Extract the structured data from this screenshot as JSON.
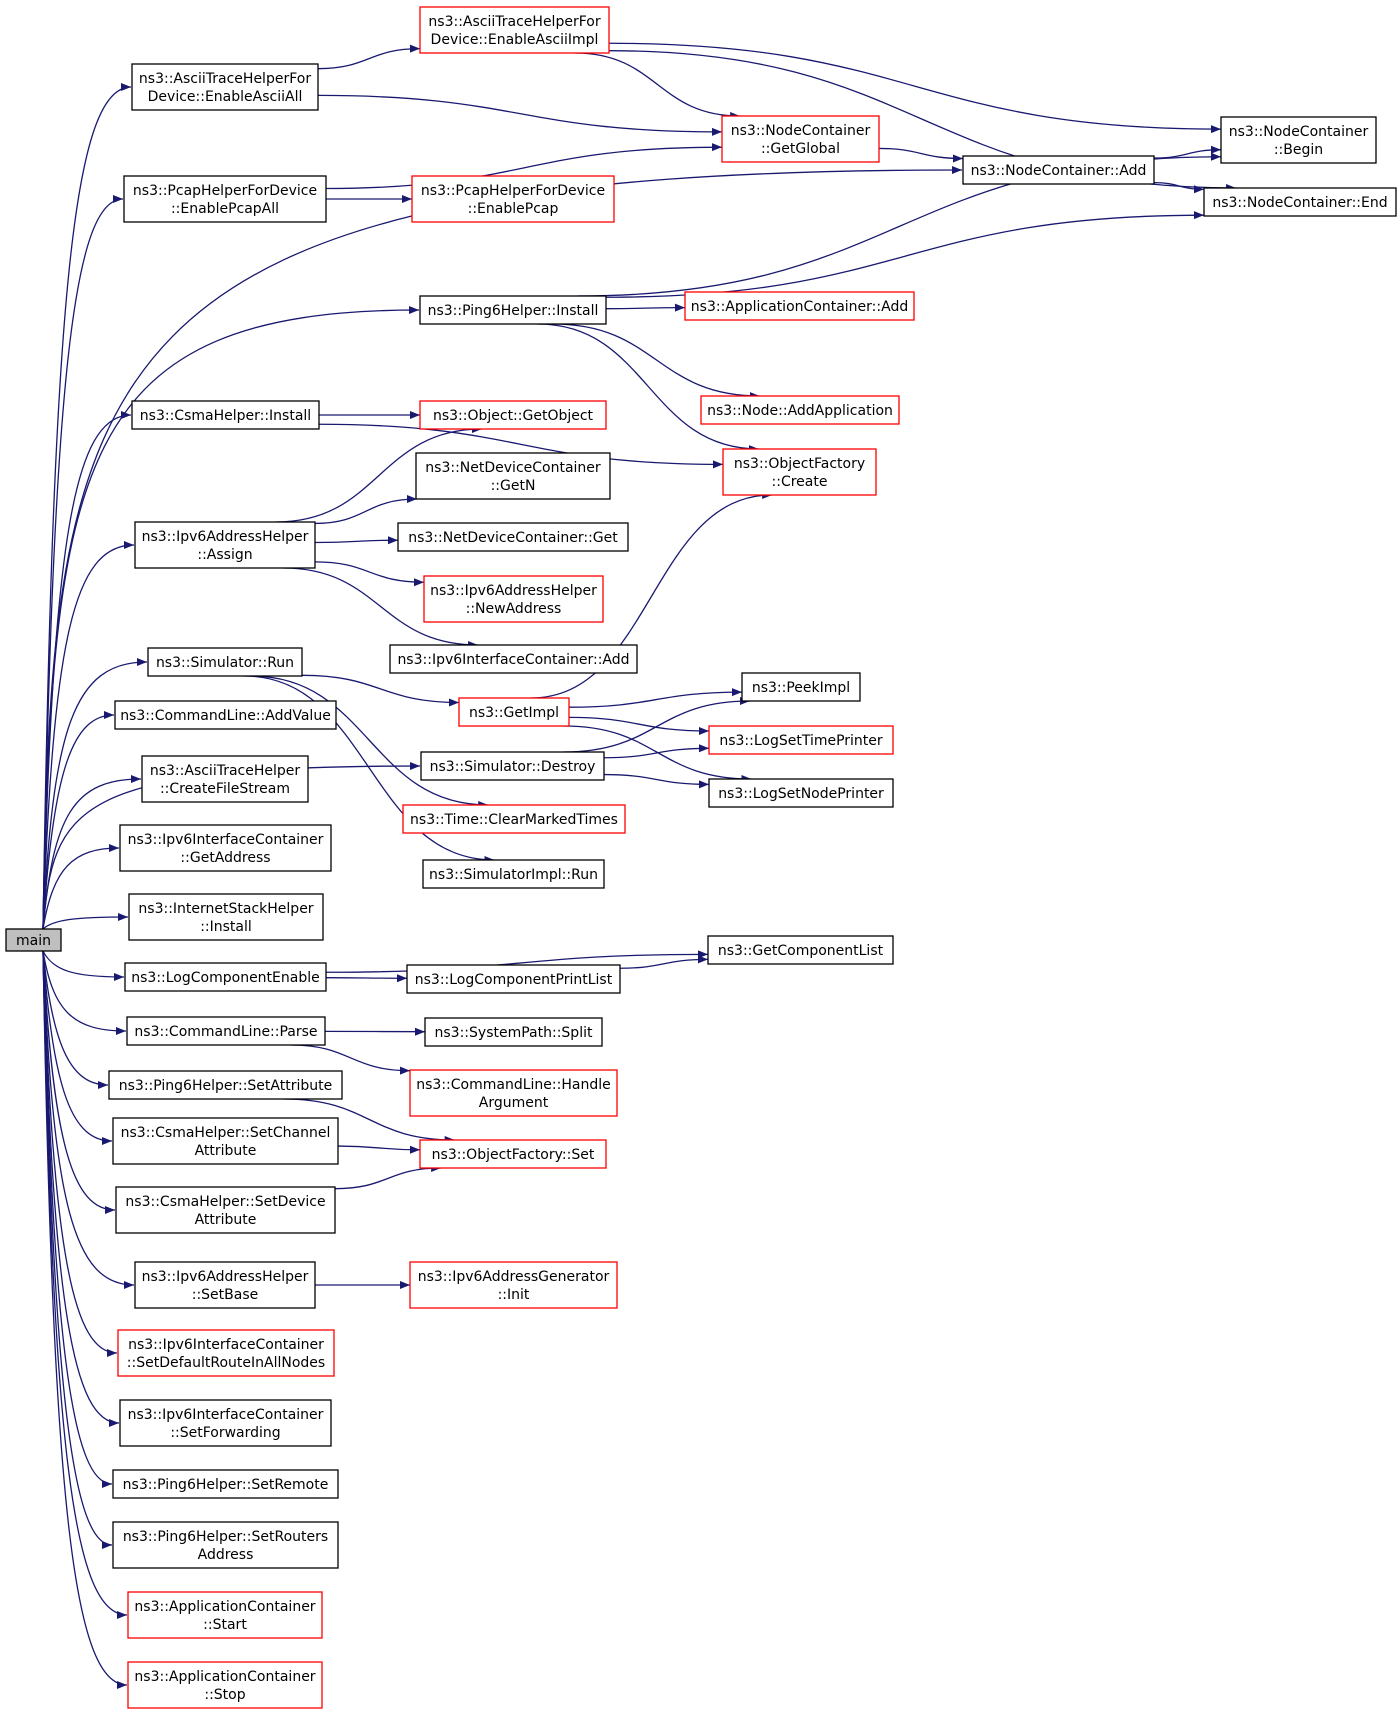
{
  "colors": {
    "edge": "#191970",
    "border_black": "#000000",
    "border_red": "#ff0000",
    "root_fill": "#bfbfbf",
    "node_fill": "#ffffff"
  },
  "nodes": [
    {
      "id": "main",
      "lines": [
        "main"
      ],
      "border": "root"
    },
    {
      "id": "ascii-enableasciiall",
      "lines": [
        "ns3::AsciiTraceHelperFor",
        "Device::EnableAsciiAll"
      ],
      "border": "black"
    },
    {
      "id": "ascii-enableasciiimpl",
      "lines": [
        "ns3::AsciiTraceHelperFor",
        "Device::EnableAsciiImpl"
      ],
      "border": "red"
    },
    {
      "id": "nodecontainer-getglobal",
      "lines": [
        "ns3::NodeContainer",
        "::GetGlobal"
      ],
      "border": "red"
    },
    {
      "id": "nodecontainer-add",
      "lines": [
        "ns3::NodeContainer::Add"
      ],
      "border": "black"
    },
    {
      "id": "nodecontainer-begin",
      "lines": [
        "ns3::NodeContainer",
        "::Begin"
      ],
      "border": "black"
    },
    {
      "id": "nodecontainer-end",
      "lines": [
        "ns3::NodeContainer::End"
      ],
      "border": "black"
    },
    {
      "id": "pcap-enablepcapall",
      "lines": [
        "ns3::PcapHelperForDevice",
        "::EnablePcapAll"
      ],
      "border": "black"
    },
    {
      "id": "pcap-enablepcap",
      "lines": [
        "ns3::PcapHelperForDevice",
        "::EnablePcap"
      ],
      "border": "red"
    },
    {
      "id": "ping6-install",
      "lines": [
        "ns3::Ping6Helper::Install"
      ],
      "border": "black"
    },
    {
      "id": "appcontainer-add",
      "lines": [
        "ns3::ApplicationContainer::Add"
      ],
      "border": "red"
    },
    {
      "id": "node-addapplication",
      "lines": [
        "ns3::Node::AddApplication"
      ],
      "border": "red"
    },
    {
      "id": "csma-install",
      "lines": [
        "ns3::CsmaHelper::Install"
      ],
      "border": "black"
    },
    {
      "id": "object-getobject",
      "lines": [
        "ns3::Object::GetObject"
      ],
      "border": "red"
    },
    {
      "id": "objectfactory-create",
      "lines": [
        "ns3::ObjectFactory",
        "::Create"
      ],
      "border": "red"
    },
    {
      "id": "netdevicecontainer-getn",
      "lines": [
        "ns3::NetDeviceContainer",
        "::GetN"
      ],
      "border": "black"
    },
    {
      "id": "ipv6addresshelper-assign",
      "lines": [
        "ns3::Ipv6AddressHelper",
        "::Assign"
      ],
      "border": "black"
    },
    {
      "id": "netdevicecontainer-get",
      "lines": [
        "ns3::NetDeviceContainer::Get"
      ],
      "border": "black"
    },
    {
      "id": "ipv6addresshelper-newaddress",
      "lines": [
        "ns3::Ipv6AddressHelper",
        "::NewAddress"
      ],
      "border": "red"
    },
    {
      "id": "ipv6interfacecontainer-add",
      "lines": [
        "ns3::Ipv6InterfaceContainer::Add"
      ],
      "border": "black"
    },
    {
      "id": "simulator-run",
      "lines": [
        "ns3::Simulator::Run"
      ],
      "border": "black"
    },
    {
      "id": "getimpl",
      "lines": [
        "ns3::GetImpl"
      ],
      "border": "red"
    },
    {
      "id": "peekimpl",
      "lines": [
        "ns3::PeekImpl"
      ],
      "border": "black"
    },
    {
      "id": "logsettimeprinter",
      "lines": [
        "ns3::LogSetTimePrinter"
      ],
      "border": "red"
    },
    {
      "id": "logsetnodeprinter",
      "lines": [
        "ns3::LogSetNodePrinter"
      ],
      "border": "black"
    },
    {
      "id": "simulator-destroy",
      "lines": [
        "ns3::Simulator::Destroy"
      ],
      "border": "black"
    },
    {
      "id": "time-clearmarkedtimes",
      "lines": [
        "ns3::Time::ClearMarkedTimes"
      ],
      "border": "red"
    },
    {
      "id": "simulatorimpl-run",
      "lines": [
        "ns3::SimulatorImpl::Run"
      ],
      "border": "black"
    },
    {
      "id": "commandline-addvalue",
      "lines": [
        "ns3::CommandLine::AddValue"
      ],
      "border": "black"
    },
    {
      "id": "asciitracehelper-createfilestream",
      "lines": [
        "ns3::AsciiTraceHelper",
        "::CreateFileStream"
      ],
      "border": "black"
    },
    {
      "id": "ipv6interfacecontainer-getaddress",
      "lines": [
        "ns3::Ipv6InterfaceContainer",
        "::GetAddress"
      ],
      "border": "black"
    },
    {
      "id": "internetstackhelper-install",
      "lines": [
        "ns3::InternetStackHelper",
        "::Install"
      ],
      "border": "black"
    },
    {
      "id": "logcomponentenable",
      "lines": [
        "ns3::LogComponentEnable"
      ],
      "border": "black"
    },
    {
      "id": "getcomponentlist",
      "lines": [
        "ns3::GetComponentList"
      ],
      "border": "black"
    },
    {
      "id": "logcomponentprintlist",
      "lines": [
        "ns3::LogComponentPrintList"
      ],
      "border": "black"
    },
    {
      "id": "commandline-parse",
      "lines": [
        "ns3::CommandLine::Parse"
      ],
      "border": "black"
    },
    {
      "id": "systempath-split",
      "lines": [
        "ns3::SystemPath::Split"
      ],
      "border": "black"
    },
    {
      "id": "commandline-handleargument",
      "lines": [
        "ns3::CommandLine::Handle",
        "Argument"
      ],
      "border": "red"
    },
    {
      "id": "ping6-setattribute",
      "lines": [
        "ns3::Ping6Helper::SetAttribute"
      ],
      "border": "black"
    },
    {
      "id": "objectfactory-set",
      "lines": [
        "ns3::ObjectFactory::Set"
      ],
      "border": "red"
    },
    {
      "id": "csma-setchannelattribute",
      "lines": [
        "ns3::CsmaHelper::SetChannel",
        "Attribute"
      ],
      "border": "black"
    },
    {
      "id": "csma-setdeviceattribute",
      "lines": [
        "ns3::CsmaHelper::SetDevice",
        "Attribute"
      ],
      "border": "black"
    },
    {
      "id": "ipv6addresshelper-setbase",
      "lines": [
        "ns3::Ipv6AddressHelper",
        "::SetBase"
      ],
      "border": "black"
    },
    {
      "id": "ipv6addressgenerator-init",
      "lines": [
        "ns3::Ipv6AddressGenerator",
        "::Init"
      ],
      "border": "red"
    },
    {
      "id": "ipv6interfacecontainer-setdefaultroute",
      "lines": [
        "ns3::Ipv6InterfaceContainer",
        "::SetDefaultRouteInAllNodes"
      ],
      "border": "red"
    },
    {
      "id": "ipv6interfacecontainer-setforwarding",
      "lines": [
        "ns3::Ipv6InterfaceContainer",
        "::SetForwarding"
      ],
      "border": "black"
    },
    {
      "id": "ping6-setremote",
      "lines": [
        "ns3::Ping6Helper::SetRemote"
      ],
      "border": "black"
    },
    {
      "id": "ping6-setroutersaddress",
      "lines": [
        "ns3::Ping6Helper::SetRouters",
        "Address"
      ],
      "border": "black"
    },
    {
      "id": "appcontainer-start",
      "lines": [
        "ns3::ApplicationContainer",
        "::Start"
      ],
      "border": "red"
    },
    {
      "id": "appcontainer-stop",
      "lines": [
        "ns3::ApplicationContainer",
        "::Stop"
      ],
      "border": "red"
    }
  ],
  "edges": [
    [
      "main",
      "ascii-enableasciiall"
    ],
    [
      "main",
      "pcap-enablepcapall"
    ],
    [
      "main",
      "nodecontainer-add"
    ],
    [
      "main",
      "ping6-install"
    ],
    [
      "main",
      "csma-install"
    ],
    [
      "main",
      "ipv6addresshelper-assign"
    ],
    [
      "main",
      "simulator-destroy"
    ],
    [
      "main",
      "simulator-run"
    ],
    [
      "main",
      "commandline-addvalue"
    ],
    [
      "main",
      "asciitracehelper-createfilestream"
    ],
    [
      "main",
      "ipv6interfacecontainer-getaddress"
    ],
    [
      "main",
      "internetstackhelper-install"
    ],
    [
      "main",
      "logcomponentenable"
    ],
    [
      "main",
      "commandline-parse"
    ],
    [
      "main",
      "ping6-setattribute"
    ],
    [
      "main",
      "csma-setchannelattribute"
    ],
    [
      "main",
      "csma-setdeviceattribute"
    ],
    [
      "main",
      "ipv6addresshelper-setbase"
    ],
    [
      "main",
      "ipv6interfacecontainer-setdefaultroute"
    ],
    [
      "main",
      "ipv6interfacecontainer-setforwarding"
    ],
    [
      "main",
      "ping6-setremote"
    ],
    [
      "main",
      "ping6-setroutersaddress"
    ],
    [
      "main",
      "appcontainer-start"
    ],
    [
      "main",
      "appcontainer-stop"
    ],
    [
      "ascii-enableasciiall",
      "ascii-enableasciiimpl"
    ],
    [
      "ascii-enableasciiall",
      "nodecontainer-getglobal"
    ],
    [
      "ascii-enableasciiimpl",
      "nodecontainer-getglobal"
    ],
    [
      "ascii-enableasciiimpl",
      "nodecontainer-begin"
    ],
    [
      "ascii-enableasciiimpl",
      "nodecontainer-end"
    ],
    [
      "nodecontainer-getglobal",
      "nodecontainer-add"
    ],
    [
      "nodecontainer-add",
      "nodecontainer-begin"
    ],
    [
      "nodecontainer-add",
      "nodecontainer-end"
    ],
    [
      "pcap-enablepcapall",
      "nodecontainer-getglobal"
    ],
    [
      "pcap-enablepcapall",
      "pcap-enablepcap"
    ],
    [
      "ping6-install",
      "nodecontainer-begin"
    ],
    [
      "ping6-install",
      "nodecontainer-end"
    ],
    [
      "ping6-install",
      "appcontainer-add"
    ],
    [
      "ping6-install",
      "node-addapplication"
    ],
    [
      "ping6-install",
      "objectfactory-create"
    ],
    [
      "csma-install",
      "object-getobject"
    ],
    [
      "csma-install",
      "objectfactory-create"
    ],
    [
      "ipv6addresshelper-assign",
      "object-getobject"
    ],
    [
      "ipv6addresshelper-assign",
      "netdevicecontainer-getn"
    ],
    [
      "ipv6addresshelper-assign",
      "netdevicecontainer-get"
    ],
    [
      "ipv6addresshelper-assign",
      "ipv6addresshelper-newaddress"
    ],
    [
      "ipv6addresshelper-assign",
      "ipv6interfacecontainer-add"
    ],
    [
      "simulator-run",
      "getimpl"
    ],
    [
      "simulator-run",
      "time-clearmarkedtimes"
    ],
    [
      "simulator-run",
      "simulatorimpl-run"
    ],
    [
      "getimpl",
      "objectfactory-create"
    ],
    [
      "getimpl",
      "peekimpl"
    ],
    [
      "getimpl",
      "logsettimeprinter"
    ],
    [
      "getimpl",
      "logsetnodeprinter"
    ],
    [
      "simulator-destroy",
      "peekimpl"
    ],
    [
      "simulator-destroy",
      "logsettimeprinter"
    ],
    [
      "simulator-destroy",
      "logsetnodeprinter"
    ],
    [
      "logcomponentenable",
      "getcomponentlist"
    ],
    [
      "logcomponentenable",
      "logcomponentprintlist"
    ],
    [
      "logcomponentprintlist",
      "getcomponentlist"
    ],
    [
      "commandline-parse",
      "systempath-split"
    ],
    [
      "commandline-parse",
      "commandline-handleargument"
    ],
    [
      "ping6-setattribute",
      "objectfactory-set"
    ],
    [
      "csma-setchannelattribute",
      "objectfactory-set"
    ],
    [
      "csma-setdeviceattribute",
      "objectfactory-set"
    ],
    [
      "ipv6addresshelper-setbase",
      "ipv6addressgenerator-init"
    ]
  ]
}
